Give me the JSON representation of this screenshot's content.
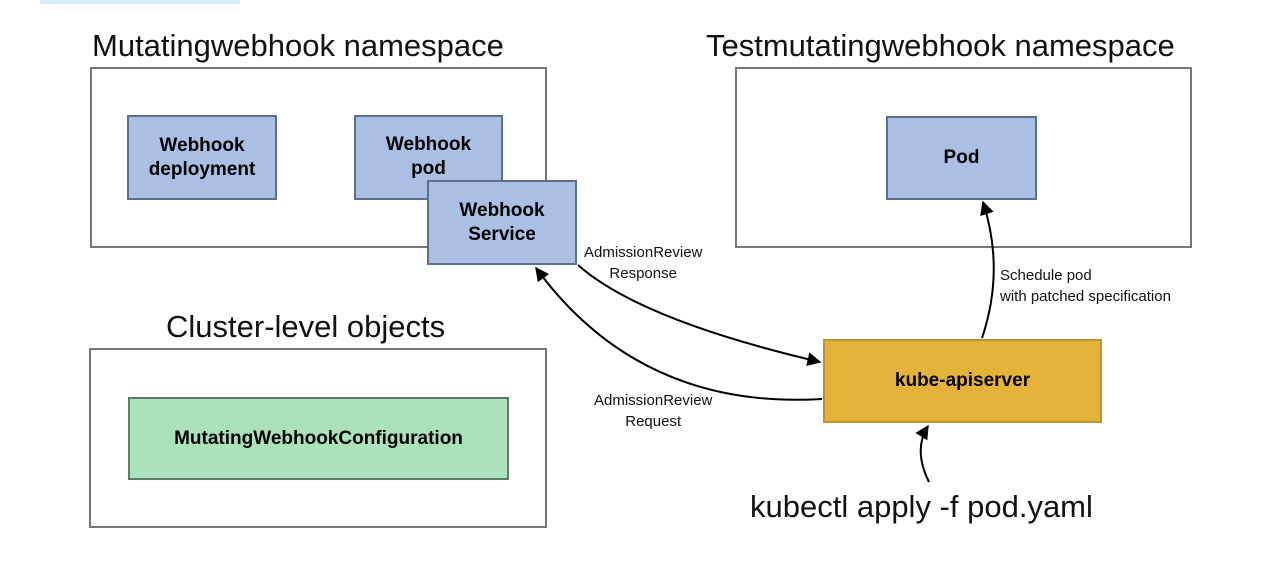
{
  "namespaces": {
    "mutating": {
      "title": "Mutatingwebhook namespace",
      "deployment": [
        "Webhook",
        "deployment"
      ],
      "pod": [
        "Webhook",
        "pod"
      ],
      "service": [
        "Webhook",
        "Service"
      ]
    },
    "test": {
      "title": "Testmutatingwebhook namespace",
      "pod": "Pod"
    },
    "cluster": {
      "title": "Cluster-level objects",
      "config": "MutatingWebhookConfiguration"
    }
  },
  "apiserver": "kube-apiserver",
  "edges": {
    "response": [
      "AdmissionReview",
      "Response"
    ],
    "request": [
      "AdmissionReview",
      "Request"
    ],
    "schedule": [
      "Schedule pod",
      "with patched specification"
    ]
  },
  "command": "kubectl apply -f pod.yaml",
  "colors": {
    "webhook_blue": "#a9bfe3",
    "config_green": "#abe2bb",
    "apiserver_gold": "#e6b33a"
  }
}
